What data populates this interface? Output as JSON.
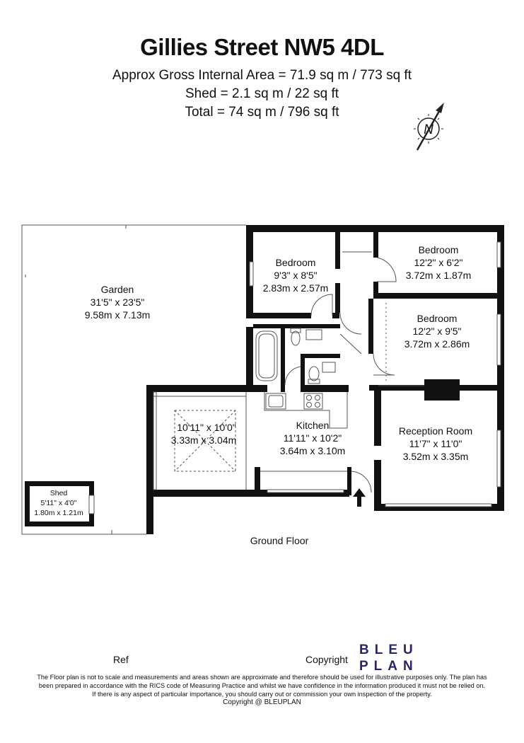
{
  "header": {
    "title": "Gillies Street NW5 4DL",
    "area_internal": "Approx Gross Internal Area = 71.9 sq m / 773 sq ft",
    "area_shed": "Shed = 2.1 sq m / 22 sq ft",
    "area_total": "Total = 74 sq m / 796 sq ft"
  },
  "compass": {
    "letter": "N"
  },
  "rooms": {
    "garden": {
      "name": "Garden",
      "imperial": "31'5\" x 23'5\"",
      "metric": "9.58m x 7.13m"
    },
    "shed": {
      "name": "Shed",
      "imperial": "5'11\" x 4'0\"",
      "metric": "1.80m x 1.21m"
    },
    "bedroom1": {
      "name": "Bedroom",
      "imperial": "9'3\" x 8'5\"",
      "metric": "2.83m x 2.57m"
    },
    "bedroom2": {
      "name": "Bedroom",
      "imperial": "12'2\" x 6'2\"",
      "metric": "3.72m x 1.87m"
    },
    "bedroom3": {
      "name": "Bedroom",
      "imperial": "12'2\" x 9'5\"",
      "metric": "3.72m x 2.86m"
    },
    "conservatory": {
      "imperial": "10'11\" x 10'0\"",
      "metric": "3.33m x 3.04m"
    },
    "kitchen": {
      "name": "Kitchen",
      "imperial": "11'11\" x 10'2\"",
      "metric": "3.64m x 3.10m"
    },
    "reception": {
      "name": "Reception Room",
      "imperial": "11'7\" x 11'0\"",
      "metric": "3.52m x 3.35m"
    }
  },
  "floor_label": "Ground Floor",
  "footer": {
    "ref_label": "Ref",
    "copyright_label": "Copyright",
    "logo_line1": "BLEU",
    "logo_line2": "PLAN",
    "disclaimer_1": "The Floor plan is not to scale and measurements and areas shown are approximate and therefore should be used for illustrative purposes only. The plan has",
    "disclaimer_2": "been prepared in accordance with the RICS code of Measuring Practice and whilst we have confidence in the information produced it must not be relied on.",
    "disclaimer_3": "If there is any aspect of particular importance, you should carry out or commission your own inspection of the property.",
    "copyright_line": "Copyright @ BLEUPLAN"
  },
  "colors": {
    "wall": "#111111",
    "logo": "#27256b",
    "hairline": "#555555"
  }
}
